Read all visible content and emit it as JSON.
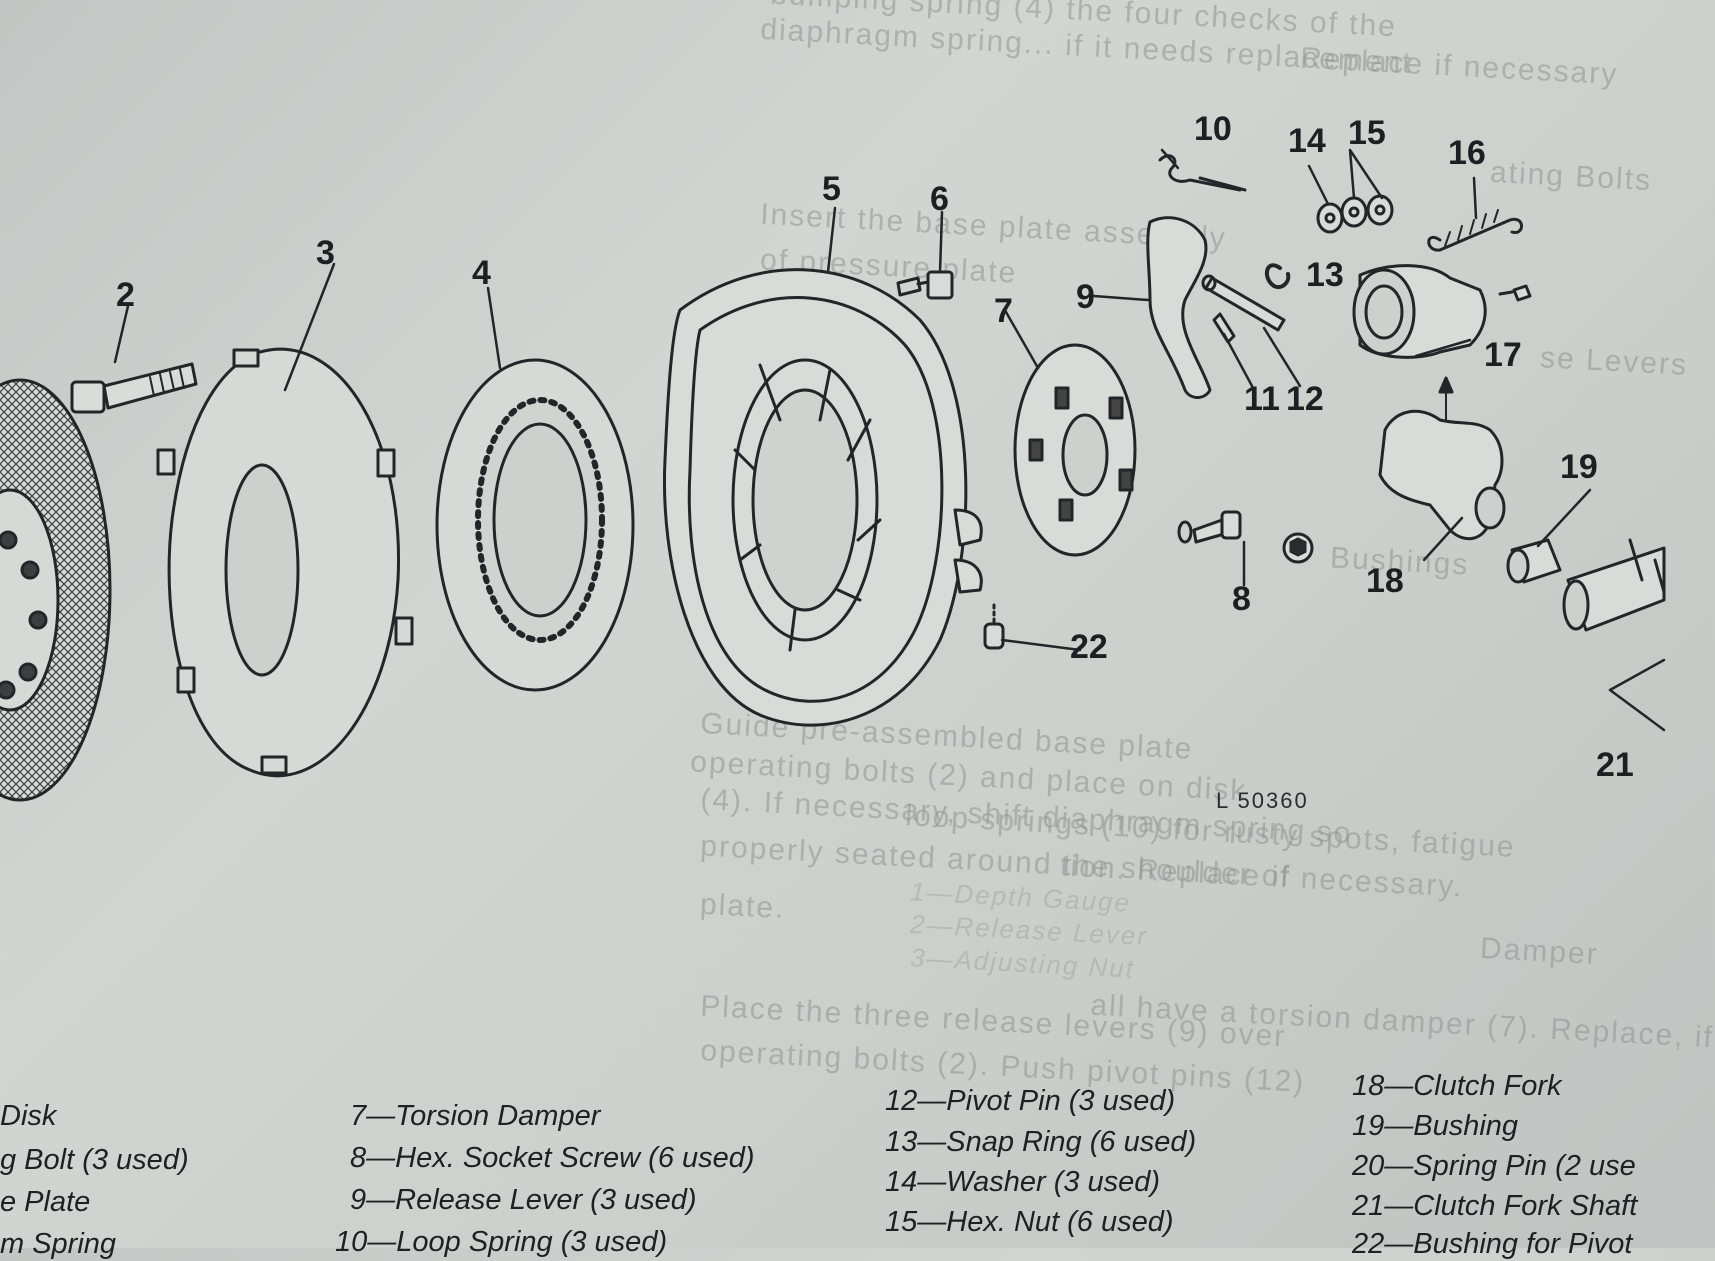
{
  "background_text": [
    "bumping spring (4) the four checks of the",
    "Replace if necessary",
    "diaphragm spring... if it needs replacement",
    "Insert the base plate assembly",
    "of pressure plate",
    "Guide pre-assembled base plate",
    "operating bolts (2) and place on disk",
    "(4). If necessary, shift diaphragm spring so",
    "properly seated around the shoulder of",
    "plate.",
    "Place the three release levers (9) over",
    "operating bolts (2). Push pivot pins (12)",
    "loop springs (10) for rusty spots, fatigue",
    "tion. Replace if necessary.",
    "Damper",
    "all have a torsion damper (7). Replace, if",
    "ating Bolts",
    "se Levers",
    "Bushings",
    "1—Depth Gauge",
    "2—Release Lever",
    "3—Adjusting Nut"
  ],
  "callouts": [
    "2",
    "3",
    "4",
    "5",
    "6",
    "7",
    "8",
    "9",
    "10",
    "11",
    "12",
    "13",
    "14",
    "15",
    "16",
    "17",
    "18",
    "19",
    "21",
    "22"
  ],
  "figure_id": "L 50360",
  "legend": {
    "col1": [
      "Disk",
      "g Bolt (3 used)",
      "e Plate",
      "m Spring"
    ],
    "col2": [
      "7—Torsion Damper",
      "8—Hex. Socket Screw (6 used)",
      "9—Release Lever (3 used)",
      "10—Loop Spring (3 used)"
    ],
    "col3": [
      "12—Pivot Pin (3 used)",
      "13—Snap Ring (6 used)",
      "14—Washer (3 used)",
      "15—Hex. Nut (6 used)"
    ],
    "col4": [
      "18—Clutch Fork",
      "19—Bushing",
      "20—Spring Pin (2 use",
      "21—Clutch Fork Shaft",
      "22—Bushing for Pivot"
    ]
  }
}
